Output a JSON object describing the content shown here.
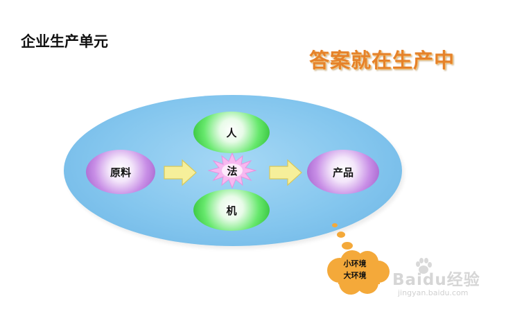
{
  "title": "企业生产单元",
  "slogan": "答案就在生产中",
  "nodes": {
    "yuanliao": "原料",
    "ren": "人",
    "fa": "法",
    "ji": "机",
    "chanpin": "产品"
  },
  "cloud": {
    "line1": "小环境",
    "line2": "大环境"
  },
  "watermark": {
    "logo": "Baidu经验",
    "url": "jingyan.baidu.com"
  },
  "colors": {
    "ellipse": "#84c6ee",
    "purple_node": "#c88ee6",
    "green_node": "#66e86c",
    "star": "#f7b8f0",
    "arrow": "#f6ef9a",
    "slogan": "#e5822a",
    "cloud": "#f4a93a"
  }
}
